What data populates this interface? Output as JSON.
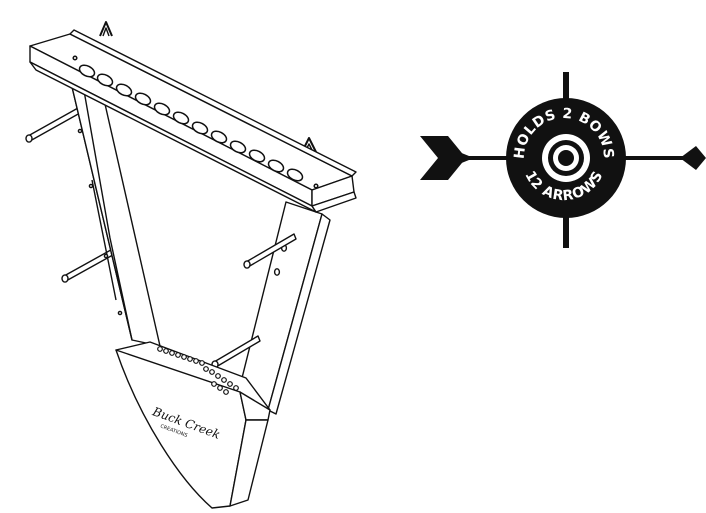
{
  "badge": {
    "line_top": "HOLDS 2 BOWS",
    "line_bottom": "12 ARROWS"
  },
  "plate": {
    "logo_script": "Buck Creek",
    "logo_sub": "CREATIONS"
  },
  "colors": {
    "ink": "#111111",
    "paper": "#ffffff"
  }
}
